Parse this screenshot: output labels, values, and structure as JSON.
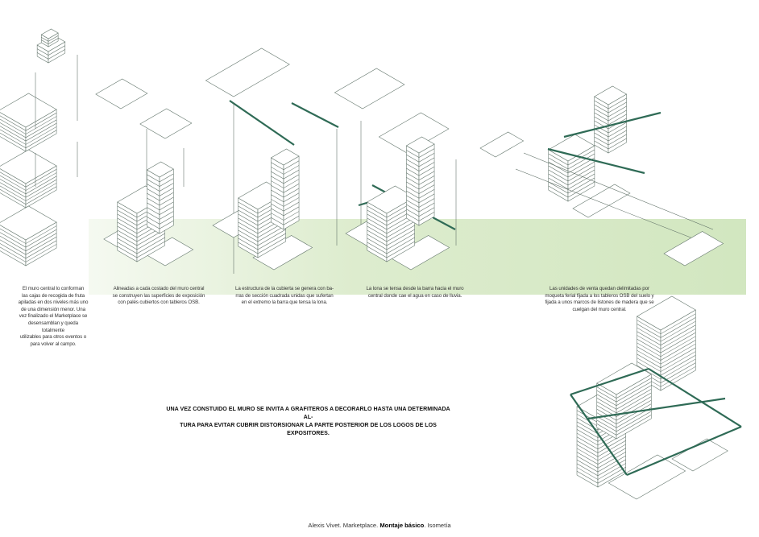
{
  "captions": {
    "c1": [
      "El muro central lo conforman",
      "las cajas de recogida de fruta",
      "apiladas en dos niveles más uno",
      "de una dimensión menor. Una",
      "vez finalizado el Marketplace se",
      "desensamblan y queda totalmente",
      "utilizables para otros eventos o",
      "para volver al campo."
    ],
    "c2": [
      "Alineadas a cada costado del muro central",
      "se construyen las superficies de exposición",
      "con palés cubiertos con tableros OSB."
    ],
    "c3": [
      "La estructura de la cubierta se genera con ba-",
      "rras de sección cuadrada unidas que sufertan",
      "en el extremo la barra que tensa la lona."
    ],
    "c4": [
      "La lona se tensa desde la barra hacia el muro",
      "central donde cae el agua en caso de lluvia."
    ],
    "c5": [
      "Las unidades de venta quedan delimitadas por",
      "moqueta ferial fijada a los tableros OSB del suelo y",
      "fijada a unos marcos de listones de madera que se",
      "cuelgan del muro central."
    ]
  },
  "statement": [
    "UNA VEZ CONSTUIDO EL MURO SE INVITA A GRAFITEROS A DECORARLO HASTA UNA DETERMINADA AL-",
    "TURA PARA EVITAR CUBRIR DISTORSIONAR LA PARTE POSTERIOR DE LOS LOGOS DE LOS EXPOSITORES."
  ],
  "footer": {
    "author": "Alexis Vivet. Marketplace.",
    "title": "Montaje básico",
    "view": ". Isometía"
  },
  "colors": {
    "beam": "#2f6b56",
    "line": "#5a6b62",
    "band": "#cfe4bd"
  }
}
